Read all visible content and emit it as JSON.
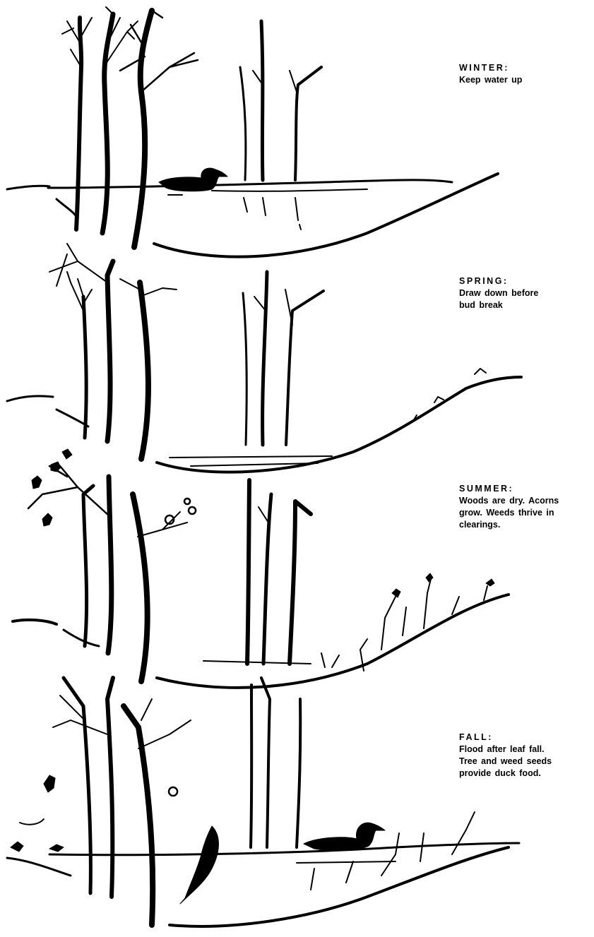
{
  "panels": [
    {
      "season": "WINTER:",
      "lines": [
        "Keep water up"
      ]
    },
    {
      "season": "SPRING:",
      "lines": [
        "Draw down before",
        "bud break"
      ]
    },
    {
      "season": "SUMMER:",
      "lines": [
        "Woods are dry. Acorns",
        "grow. Weeds thrive in",
        "clearings."
      ]
    },
    {
      "season": "FALL:",
      "lines": [
        "Flood after leaf fall.",
        "Tree and weed seeds",
        "provide duck food."
      ]
    }
  ],
  "colors": {
    "ink": "#000000",
    "paper": "#ffffff"
  }
}
